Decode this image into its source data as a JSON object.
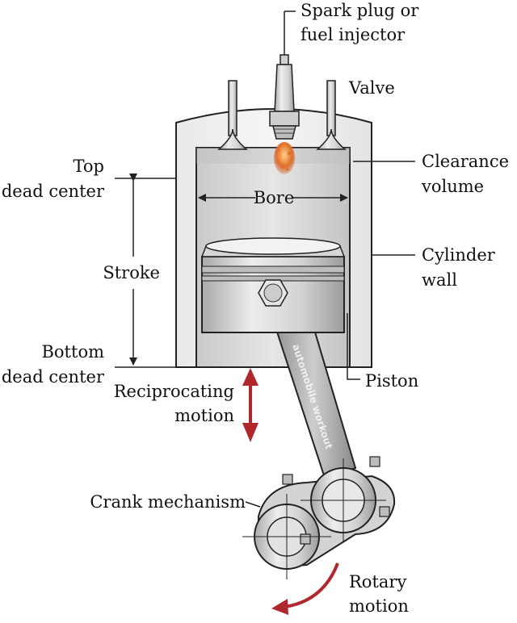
{
  "labels": {
    "spark_plug_line1": "Spark plug or",
    "spark_plug_line2": "fuel injector",
    "valve": "Valve",
    "top_dead_center_line1": "Top",
    "top_dead_center_line2": "dead center",
    "clearance_volume_line1": "Clearance",
    "clearance_volume_line2": "volume",
    "bore": "Bore",
    "stroke": "Stroke",
    "cylinder_wall_line1": "Cylinder",
    "cylinder_wall_line2": "wall",
    "bottom_dead_center_line1": "Bottom",
    "bottom_dead_center_line2": "dead center",
    "piston": "Piston",
    "reciprocating_motion_line1": "Reciprocating",
    "reciprocating_motion_line2": "motion",
    "crank_mechanism": "Crank mechanism",
    "rotary_motion_line1": "Rotary",
    "rotary_motion_line2": "motion"
  },
  "watermark": "automobile workout",
  "colors": {
    "motion_arrow": "#b0282e",
    "spark": "#e0702a",
    "metal": "#d4d4d4",
    "outline": "#222222"
  }
}
